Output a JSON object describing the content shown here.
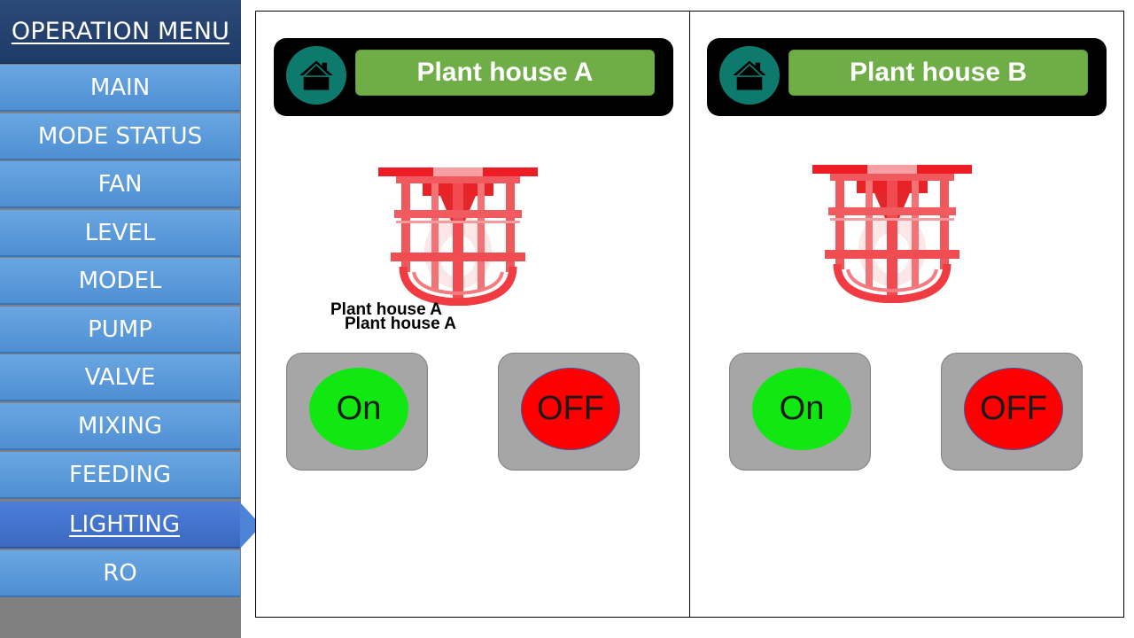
{
  "sidebar": {
    "header": "OPERATION MENU",
    "items": [
      {
        "label": "MAIN"
      },
      {
        "label": "MODE STATUS"
      },
      {
        "label": "FAN"
      },
      {
        "label": "LEVEL"
      },
      {
        "label": "MODEL"
      },
      {
        "label": "PUMP"
      },
      {
        "label": "VALVE"
      },
      {
        "label": "MIXING"
      },
      {
        "label": "FEEDING"
      },
      {
        "label": "LIGHTING"
      },
      {
        "label": "RO"
      }
    ],
    "active_item": "LIGHTING"
  },
  "panels": [
    {
      "title": "Plant house A",
      "captions": [
        "Plant house A",
        "Plant house A"
      ],
      "on_label": "On",
      "off_label": "OFF",
      "lamp_icon": "red-lamp-icon",
      "home_icon": "home-icon"
    },
    {
      "title": "Plant house B",
      "on_label": "On",
      "off_label": "OFF",
      "lamp_icon": "red-lamp-icon",
      "home_icon": "home-icon"
    }
  ],
  "colors": {
    "menu_header": "#1e3a66",
    "menu_item": "#5b9bd5",
    "menu_active": "#4472c4",
    "title_green": "#70ad47",
    "home_teal": "#0e7a6e",
    "on_green": "#11e811",
    "off_red": "#ff0000",
    "switch_gray": "#a6a6a6"
  }
}
